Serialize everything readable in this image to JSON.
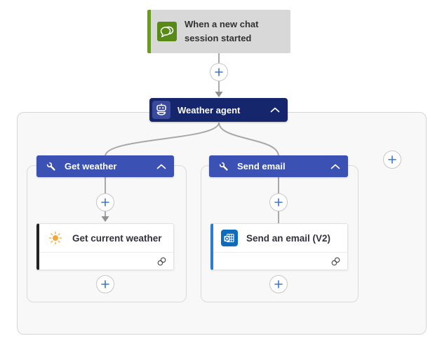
{
  "trigger": {
    "title": "When a new chat session started",
    "icon": "chat-bubbles-icon"
  },
  "agent": {
    "label": "Weather agent",
    "icon": "robot-icon",
    "collapse_icon": "chevron-up-icon"
  },
  "branches": [
    {
      "label": "Get weather",
      "icon": "wrench-icon",
      "collapse_icon": "chevron-up-icon",
      "action": {
        "title": "Get current weather",
        "icon": "sun-icon",
        "badge": "connection-icon"
      }
    },
    {
      "label": "Send email",
      "icon": "wrench-icon",
      "collapse_icon": "chevron-up-icon",
      "action": {
        "title": "Send an email (V2)",
        "icon": "outlook-icon",
        "badge": "connection-icon"
      }
    }
  ],
  "colors": {
    "agent_header": "#16266d",
    "branch_header": "#3b51b3",
    "trigger_gray": "#d8d8d8",
    "trigger_green": "#6a9a28",
    "plus_blue": "#3b76cc",
    "outlook_blue": "#0f6cbd",
    "sun_orange": "#f5a63a",
    "card_stripe_left": "#222222",
    "card_stripe_right": "#2b7cd3",
    "connector_gray": "#a8a8a8",
    "container_fill": "#f8f8f8"
  }
}
